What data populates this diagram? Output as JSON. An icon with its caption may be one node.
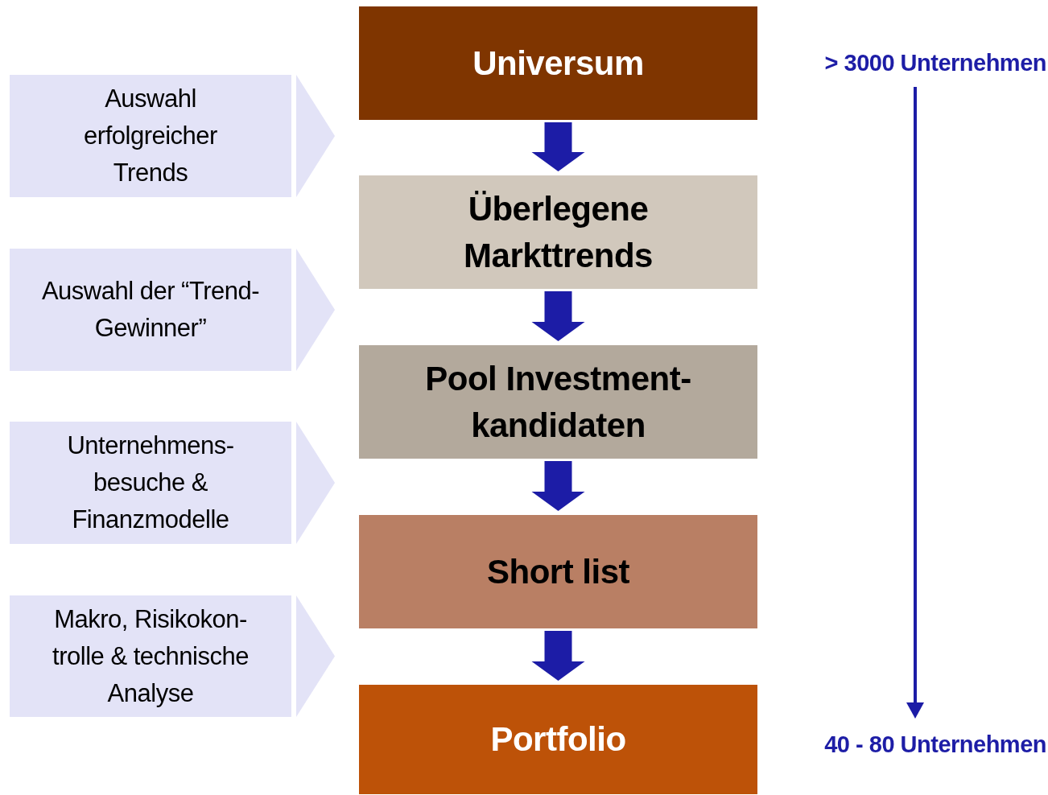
{
  "diagram": {
    "nodes": [
      {
        "text": [
          "Universum"
        ]
      },
      {
        "text": [
          "Überlegene Markttrends"
        ]
      },
      {
        "text": [
          "Pool Investment- kandidaten"
        ]
      },
      {
        "text": [
          "Short list"
        ]
      },
      {
        "text": [
          "Portfolio"
        ]
      },
      {
        "text": [
          "Auswahl erfolgreicher Trends"
        ]
      },
      {
        "text": [
          "Auswahl der “Trend-Gewinner”"
        ]
      },
      {
        "text": [
          "Unternehmens- besuche & Finanzmodelle"
        ]
      },
      {
        "text": [
          "Makro, Risikokon- trolle & technische Analyse"
        ]
      },
      {
        "text": [
          "> 3000 Unternehmen"
        ]
      },
      {
        "text": [
          "40 - 80 Unternehmen"
        ]
      }
    ],
    "edges": [
      {
        "from": 0,
        "to": 1,
        "arrow": "to"
      },
      {
        "from": 1,
        "to": 2,
        "arrow": "to"
      },
      {
        "from": 2,
        "to": 3,
        "arrow": "to"
      },
      {
        "from": 3,
        "to": 4,
        "arrow": "to"
      },
      {
        "from": 9,
        "to": 10,
        "arrow": "to"
      }
    ]
  }
}
